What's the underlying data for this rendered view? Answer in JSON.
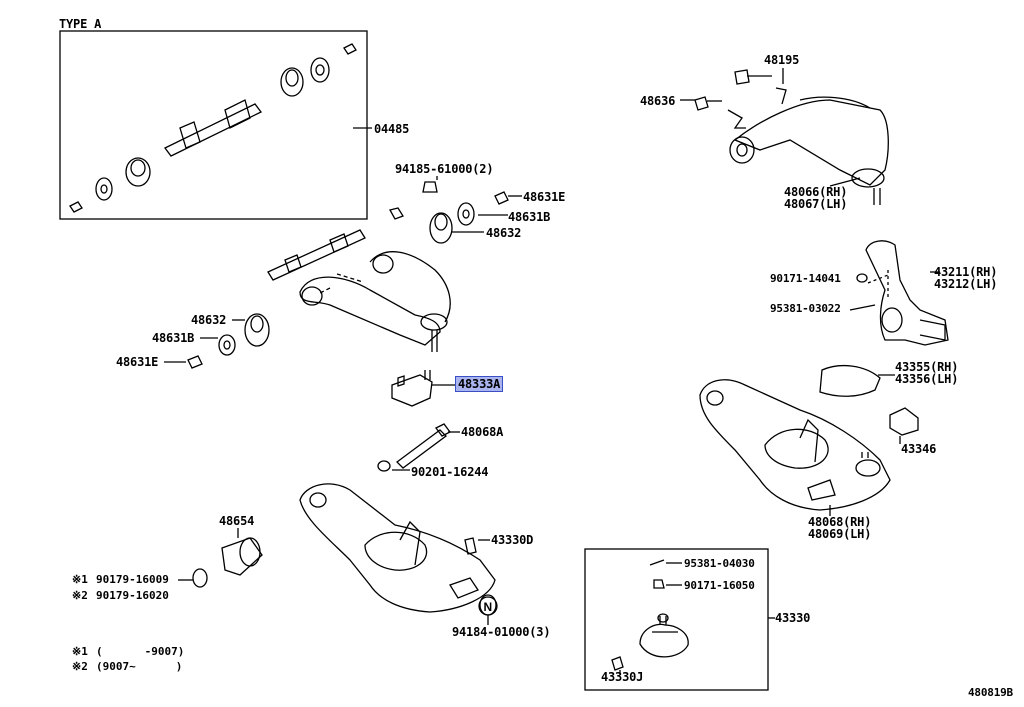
{
  "title": "TYPE A",
  "labels": {
    "p04485": "04485",
    "p94185": "94185-61000(2)",
    "p48631E_top": "48631E",
    "p48631B_top": "48631B",
    "p48632_top": "48632",
    "p48632_left": "48632",
    "p48631B_left": "48631B",
    "p48631E_left": "48631E",
    "p48333A": "48333A",
    "p48068A": "48068A",
    "p90201": "90201-16244",
    "p48654": "48654",
    "p43330D": "43330D",
    "p94184": "94184-01000(3)",
    "p48195": "48195",
    "p48636": "48636",
    "p48066": "48066(RH)",
    "p48067": "48067(LH)",
    "p90171_14041": "90171-14041",
    "p43211": "43211(RH)",
    "p43212": "43212(LH)",
    "p95381_03022": "95381-03022",
    "p43355": "43355(RH)",
    "p43356": "43356(LH)",
    "p43346": "43346",
    "p48068": "48068(RH)",
    "p48069": "48069(LH)",
    "p95381_04030": "95381-04030",
    "p90171_16050": "90171-16050",
    "p43330": "43330",
    "p43330J": "43330J",
    "catalog": "480819B"
  },
  "notes": {
    "n1_mark": "※1",
    "n1_part": "90179-16009",
    "n2_mark": "※2",
    "n2_part": "90179-16020",
    "r1_mark": "※1",
    "r1_open": "(",
    "r1_range": "-9007)",
    "r2_mark": "※2",
    "r2_range": "(9007~",
    "r2_close": ")"
  },
  "highlight_color": "#aab4ee"
}
